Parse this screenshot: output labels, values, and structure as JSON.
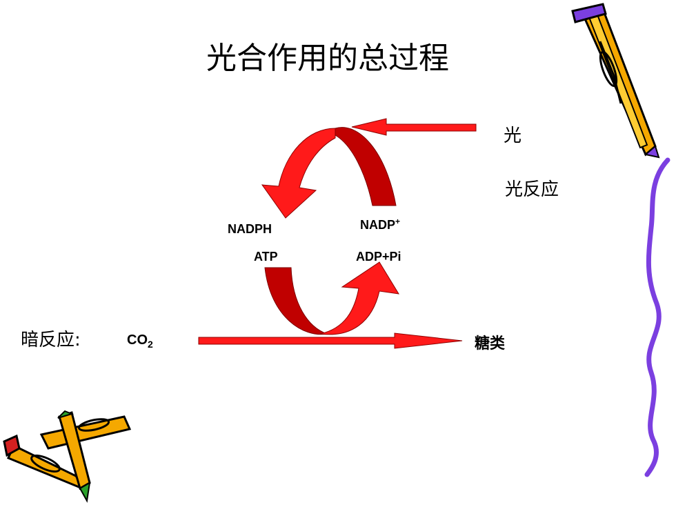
{
  "title": "光合作用的总过程",
  "labels": {
    "light": "光",
    "light_reaction": "光反应",
    "dark_reaction": "暗反应:",
    "co2_base": "CO",
    "co2_sub": "2",
    "sugar": "糖类",
    "nadph": "NADPH",
    "nadp_base": "NADP",
    "nadp_sup": "+",
    "atp": "ATP",
    "adp_pi": "ADP+Pi"
  },
  "colors": {
    "arrow_red": "#ff1a1a",
    "arrow_dark": "#c00000",
    "wavy_line": "#7b3fe0",
    "pencil_body": "#f5a800",
    "pencil_tip": "#7b3fe0"
  },
  "icons": [
    "pencil-icon",
    "crossed-pencils-icon"
  ]
}
